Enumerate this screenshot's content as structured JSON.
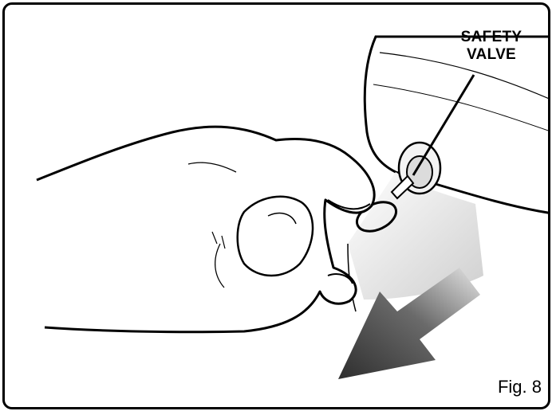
{
  "label": {
    "line1": "SAFETY",
    "line2": "VALVE"
  },
  "figure": {
    "caption": "Fig. 8"
  },
  "colors": {
    "outline": "#000000",
    "arrow_dark": "#3a3a3a",
    "arrow_light": "#d9d9d9"
  }
}
